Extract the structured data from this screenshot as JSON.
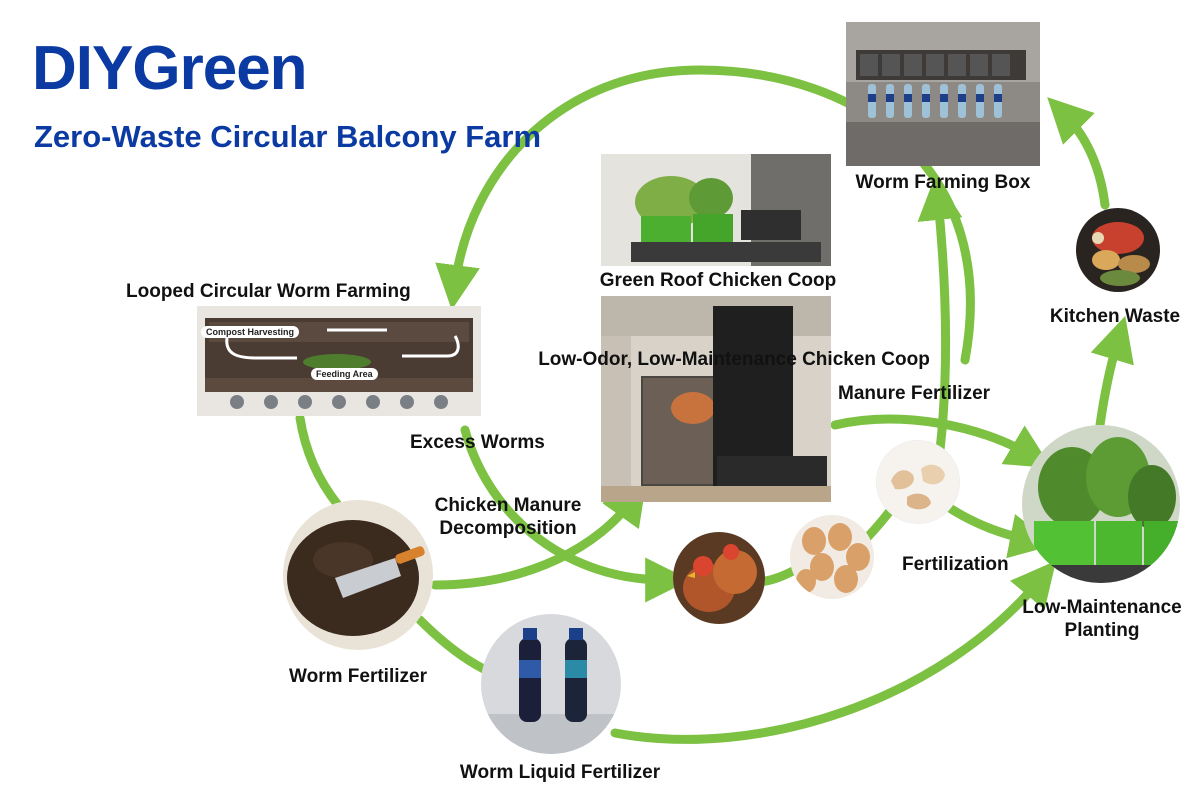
{
  "header": {
    "brand": "DIYGreen",
    "subtitle": "Zero-Waste Circular Balcony Farm"
  },
  "nodes": {
    "worm_farming_box": "Worm Farming Box",
    "kitchen_waste": "Kitchen Waste",
    "looped_worm_farming": "Looped Circular Worm Farming",
    "compost_harvesting": "Compost Harvesting",
    "feeding_area": "Feeding Area",
    "green_roof_coop": "Green Roof Chicken Coop",
    "low_odor_coop": "Low-Odor, Low-Maintenance Chicken Coop",
    "manure_fertilizer": "Manure Fertilizer",
    "excess_worms": "Excess Worms",
    "chicken_manure_line1": "Chicken Manure",
    "chicken_manure_line2": "Decomposition",
    "fertilization": "Fertilization",
    "low_maint_line1": "Low-Maintenance",
    "low_maint_line2": "Planting",
    "worm_fertilizer": "Worm Fertilizer",
    "worm_liquid_fertilizer": "Worm Liquid Fertilizer"
  },
  "colors": {
    "brand_blue": "#0b3aa3",
    "arrow_green": "#7cc142",
    "text": "#111111"
  },
  "icons": {
    "flow_arrow": "green-curved-arrow"
  }
}
